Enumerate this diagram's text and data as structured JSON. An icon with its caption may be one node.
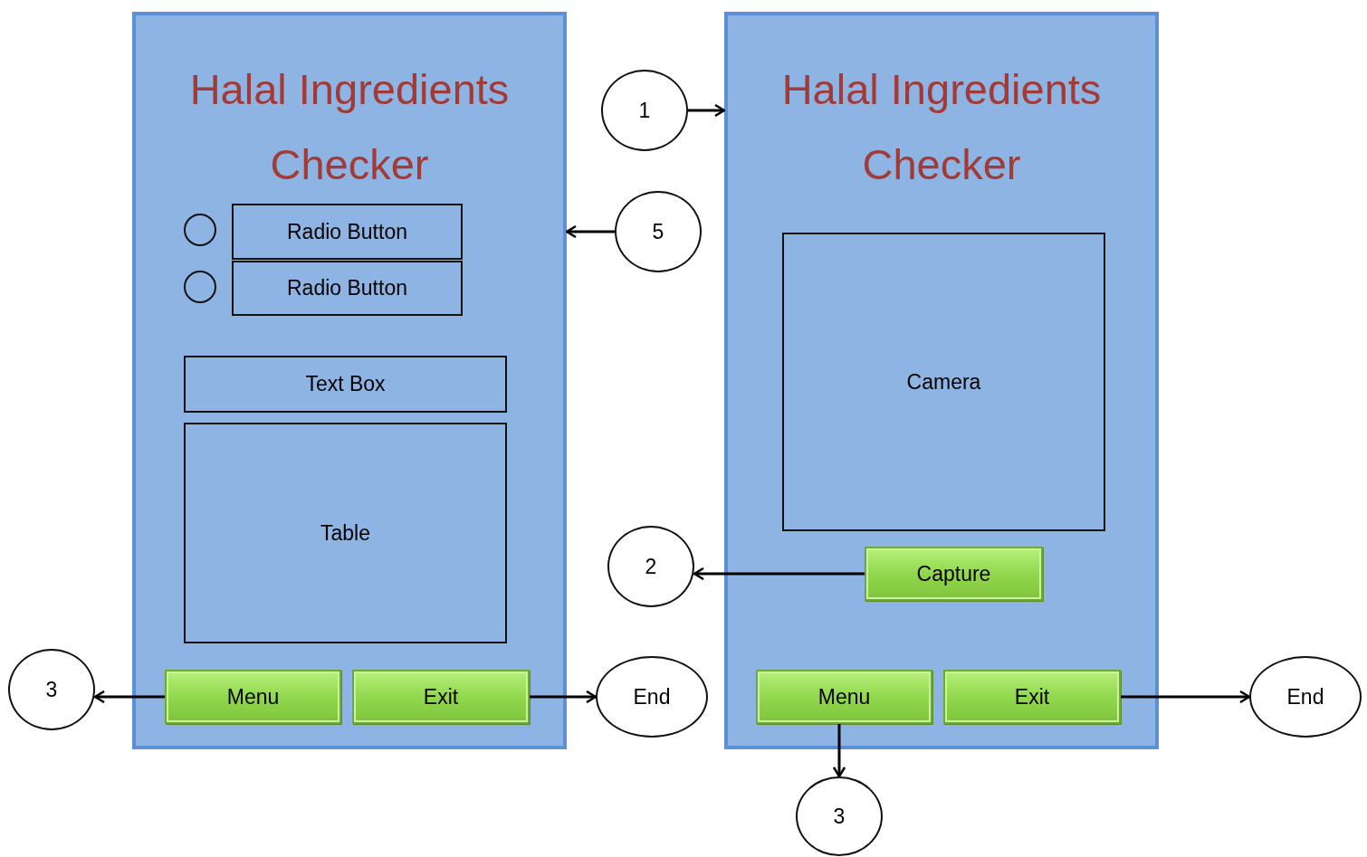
{
  "diagram": {
    "nodes": [
      {
        "text": [
          "Halal Ingredients Checker"
        ]
      },
      {
        "text": [],
        "shape": "circle",
        "in": 0
      },
      {
        "text": [
          "Radio Button"
        ],
        "in": 0
      },
      {
        "text": [],
        "shape": "circle",
        "in": 0
      },
      {
        "text": [
          "Radio Button"
        ],
        "in": 0
      },
      {
        "text": [
          "Text Box"
        ],
        "in": 0
      },
      {
        "text": [
          "Table"
        ],
        "in": 0
      },
      {
        "text": [
          "Menu"
        ],
        "in": 0
      },
      {
        "text": [
          "Exit"
        ],
        "in": 0
      },
      {
        "text": [
          "1"
        ]
      },
      {
        "text": [
          "Halal Ingredients Checker"
        ]
      },
      {
        "text": [
          "Camera"
        ],
        "in": 10
      },
      {
        "text": [
          "Capture"
        ],
        "in": 10
      },
      {
        "text": [
          "Menu"
        ],
        "in": 10
      },
      {
        "text": [
          "Exit"
        ],
        "in": 10
      },
      {
        "text": [
          "5"
        ]
      },
      {
        "text": [
          "2"
        ]
      },
      {
        "text": [
          "3"
        ]
      },
      {
        "text": [
          "End"
        ]
      },
      {
        "text": [
          "End"
        ]
      },
      {
        "text": [
          "3"
        ]
      }
    ],
    "edges": [
      {
        "from": 9,
        "to": 10,
        "arrow": "to"
      },
      {
        "from": 15,
        "to": 0,
        "arrow": "to"
      },
      {
        "from": 12,
        "to": 16,
        "arrow": "to"
      },
      {
        "from": 7,
        "to": 17,
        "arrow": "to"
      },
      {
        "from": 8,
        "to": 18,
        "arrow": "to"
      },
      {
        "from": 13,
        "to": 20,
        "arrow": "to"
      },
      {
        "from": 14,
        "to": 19,
        "arrow": "to"
      }
    ]
  }
}
